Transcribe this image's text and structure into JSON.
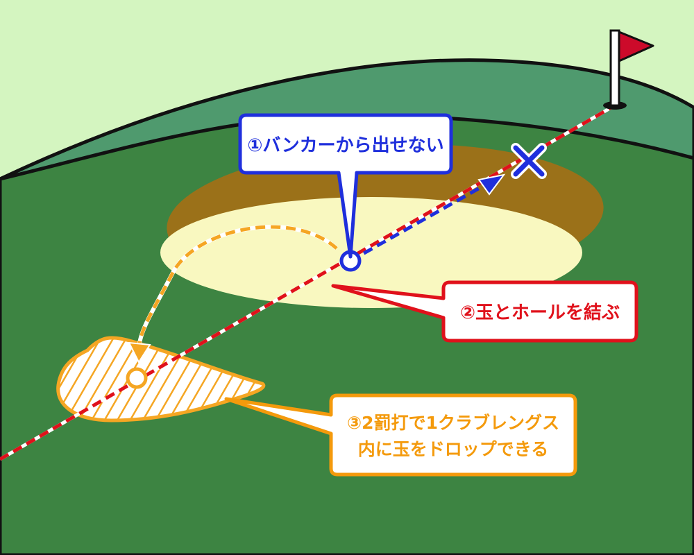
{
  "callouts": {
    "step1": {
      "text": "①バンカーから出せない",
      "color": "#1f2fdc"
    },
    "step2": {
      "text": "②玉とホールを結ぶ",
      "color": "#e0111b"
    },
    "step3": {
      "line1": "③2罰打で1クラブレングス",
      "line2": "内に玉をドロップできる",
      "color": "#f49a0c"
    }
  },
  "colors": {
    "sky": "#d4f5c0",
    "rough": "#3d8442",
    "green": "#4f9a6e",
    "bunker_rim": "#9b7119",
    "bunker_sand": "#f9f8c0",
    "flag": "#cc0a2a",
    "drop_zone": "#f5a623"
  },
  "icons": {
    "flag": "flag-icon",
    "cross": "cross-mark-icon",
    "ball_in_bunker": "ball-marker-icon",
    "dropped_ball": "ball-marker-icon"
  }
}
